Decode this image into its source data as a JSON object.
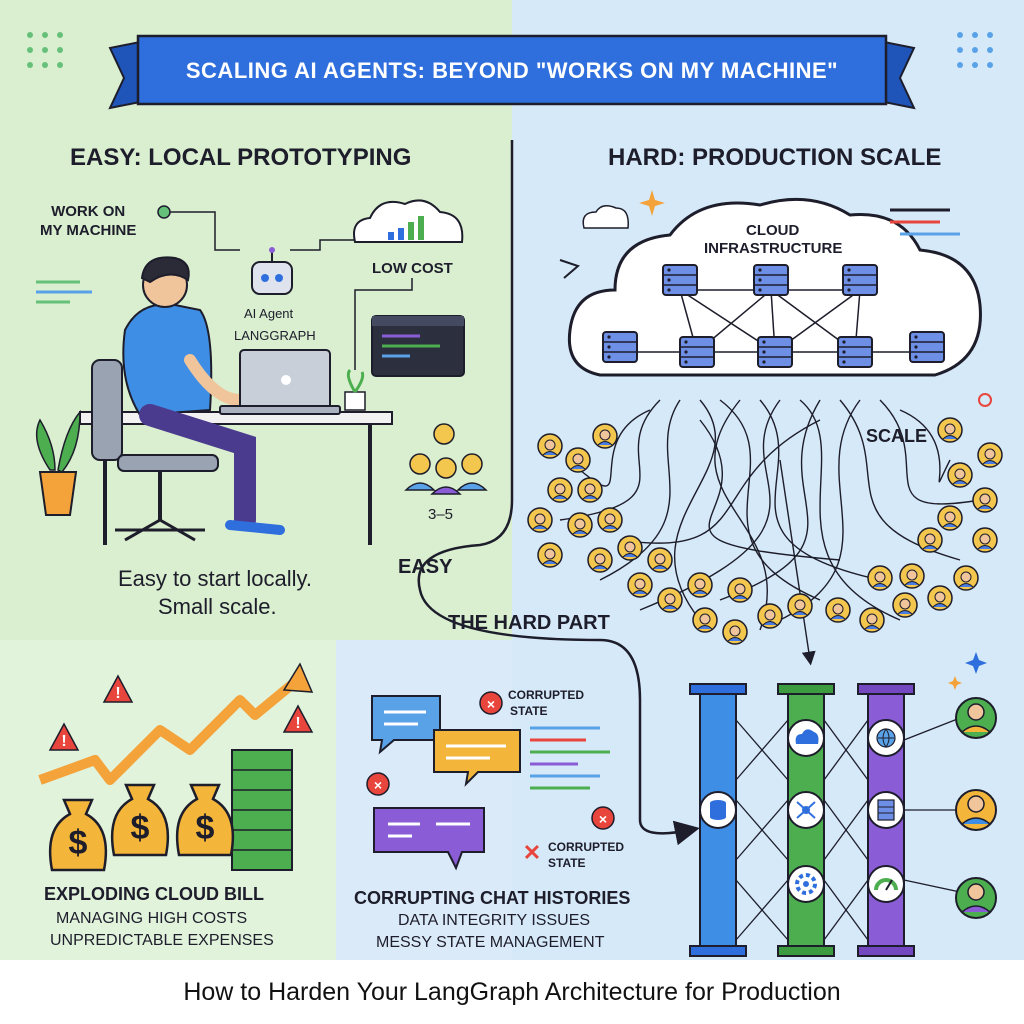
{
  "banner": {
    "title": "SCALING AI AGENTS: BEYOND \"WORKS ON MY MACHINE\""
  },
  "left_panel": {
    "heading": "EASY: LOCAL PROTOTYPING",
    "callout_work": "WORK ON\nMY MACHINE",
    "callout_cost": "LOW COST",
    "agent_label_1": "AI Agent",
    "agent_label_2": "LANGGRAPH",
    "users_count": "3–5",
    "caption_1": "Easy to start locally.",
    "caption_2": "Small scale."
  },
  "right_panel": {
    "heading": "HARD: PRODUCTION SCALE",
    "cloud_label_1": "CLOUD",
    "cloud_label_2": "INFRASTRUCTURE",
    "scale_label": "SCALE"
  },
  "path_labels": {
    "easy": "EASY",
    "hard_part": "THE HARD PART"
  },
  "bottom_left": {
    "title": "EXPLODING CLOUD BILL",
    "line_1": "MANAGING HIGH COSTS",
    "line_2": "UNPREDICTABLE EXPENSES"
  },
  "bottom_middle": {
    "corrupted_1a": "CORRUPTED",
    "corrupted_1b": "STATE",
    "corrupted_2a": "CORRUPTED",
    "corrupted_2b": "STATE",
    "title": "CORRUPTING CHAT HISTORIES",
    "line_1": "DATA INTEGRITY ISSUES",
    "line_2": "MESSY STATE MANAGEMENT"
  },
  "footer": {
    "title": "How to Harden Your LangGraph Architecture for Production"
  },
  "colors": {
    "green_panel": "#d9efcf",
    "blue_panel": "#d6e9f8",
    "banner": "#2f6fdd",
    "banner_text": "#ffffff",
    "accent_red": "#e8453c",
    "accent_yellow": "#f4b63a",
    "accent_purple": "#8a5cd6",
    "accent_green": "#4cae4f"
  },
  "icons": [
    "server-icon",
    "cloud-icon",
    "robot-icon",
    "laptop-icon",
    "money-bag-icon",
    "warning-icon",
    "chat-bubble-icon",
    "database-icon",
    "gear-icon",
    "gauge-icon",
    "user-avatar-icon"
  ]
}
